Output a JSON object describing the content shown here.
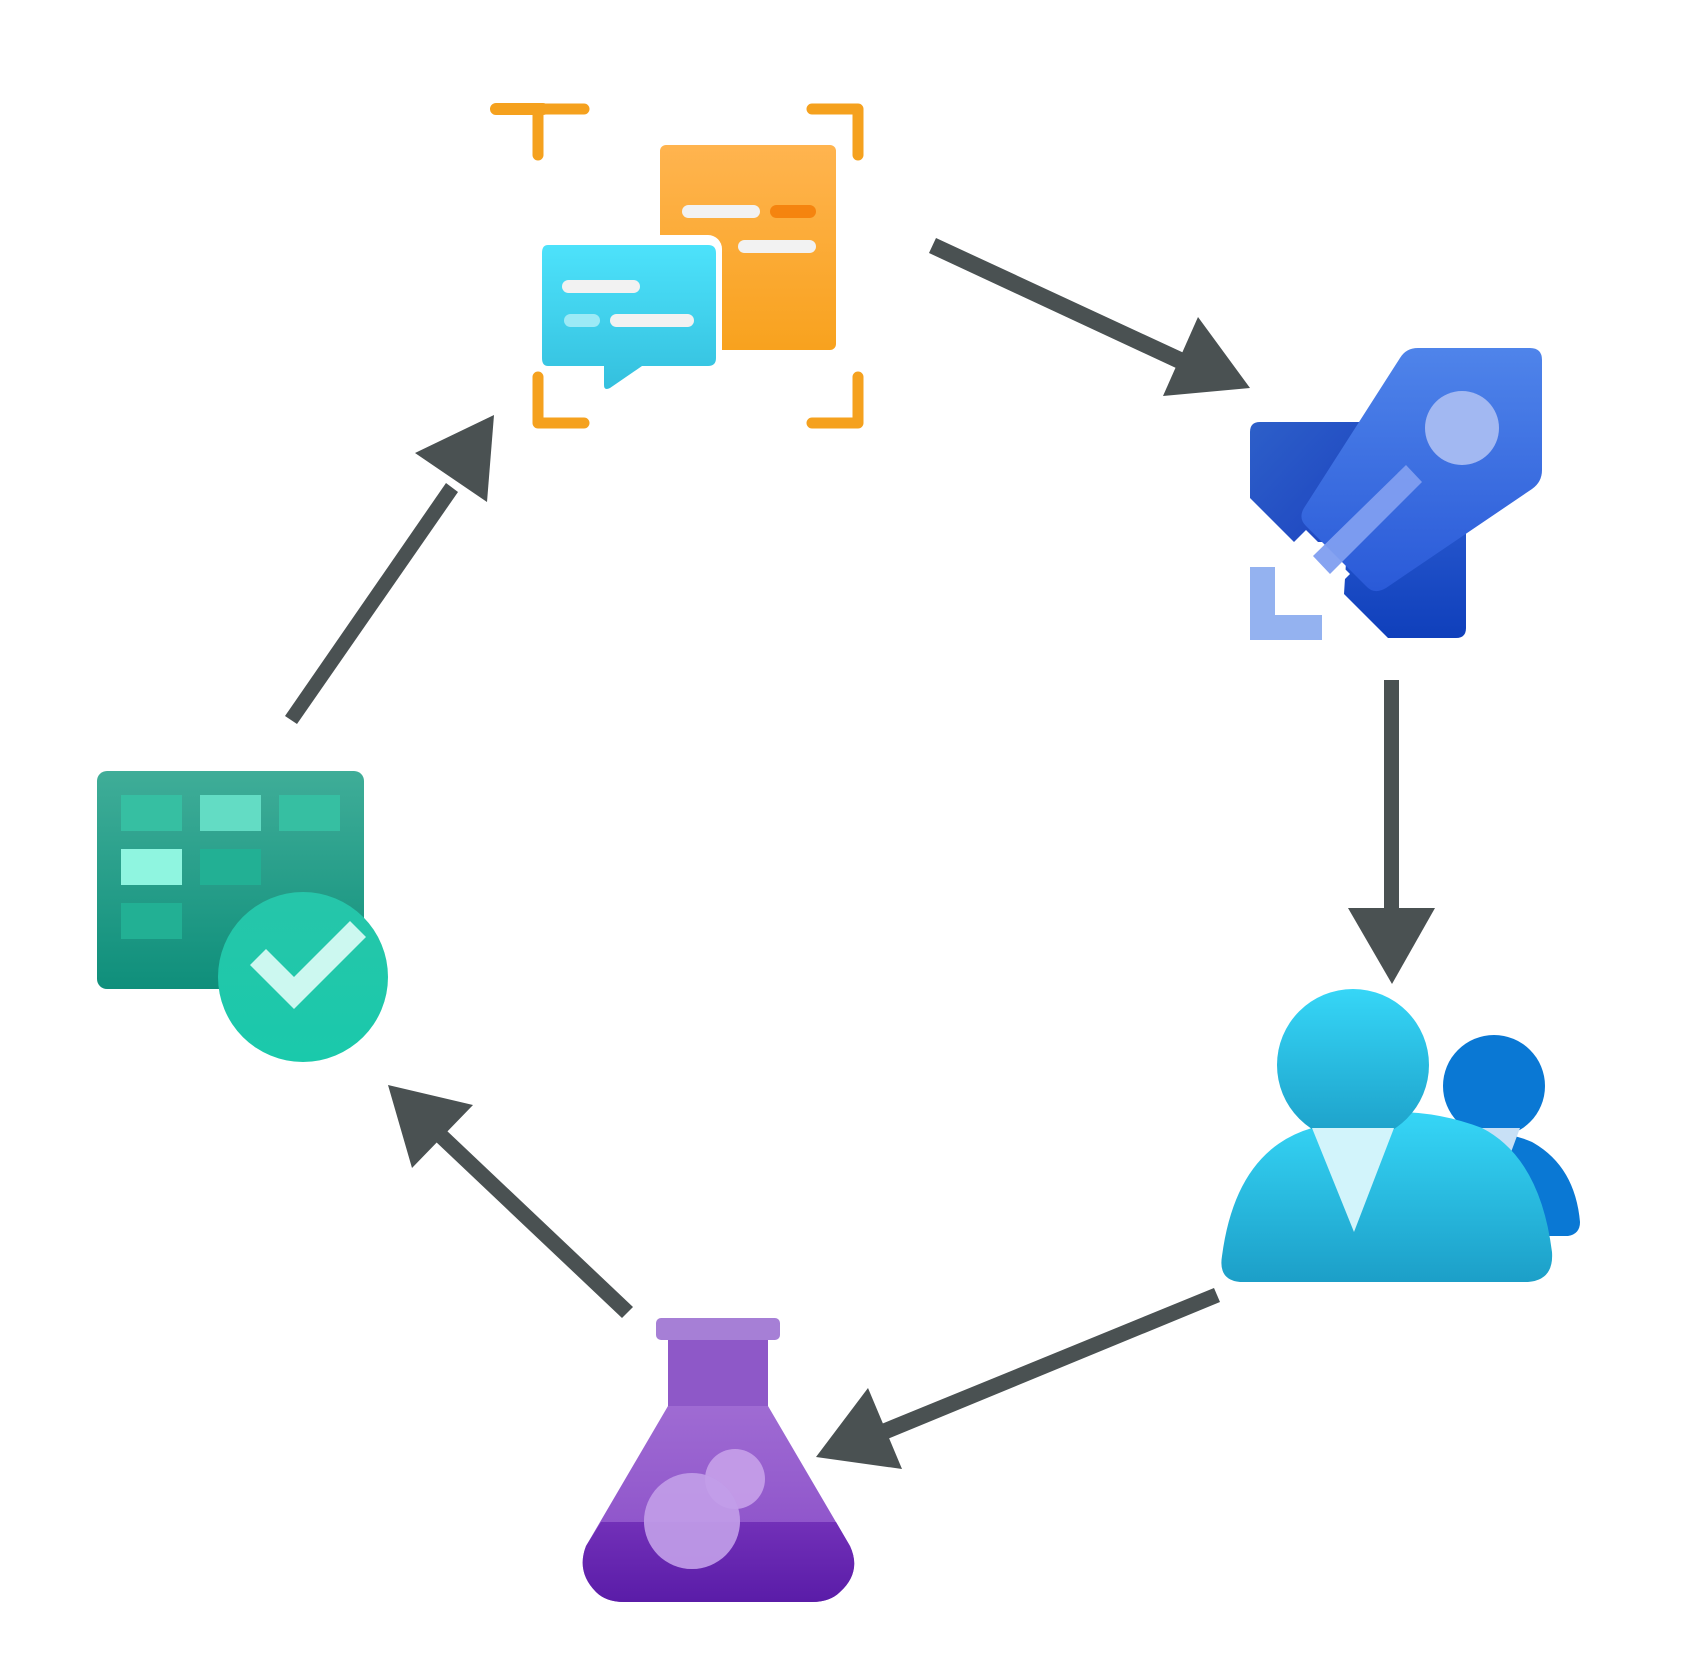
{
  "diagram": {
    "type": "cycle",
    "nodes": [
      {
        "id": "feedback",
        "icon": "feedback-chat-icon"
      },
      {
        "id": "pipelines",
        "icon": "rocket-pipelines-icon"
      },
      {
        "id": "users",
        "icon": "users-icon"
      },
      {
        "id": "test",
        "icon": "flask-test-icon"
      },
      {
        "id": "boards",
        "icon": "boards-check-icon"
      }
    ],
    "edges": [
      {
        "from": "feedback",
        "to": "pipelines"
      },
      {
        "from": "pipelines",
        "to": "users"
      },
      {
        "from": "users",
        "to": "test"
      },
      {
        "from": "test",
        "to": "boards"
      },
      {
        "from": "boards",
        "to": "feedback"
      }
    ]
  },
  "colors": {
    "arrow": "#4a5152",
    "feedback_orange": "#f5a11e",
    "feedback_cyan": "#3ecce8",
    "pipelines_blue": "#2e5fd6",
    "users_cyan": "#32c8ec",
    "users_blue": "#0a78d4",
    "flask_purple": "#8a4fc8",
    "boards_green": "#1f9e85"
  }
}
